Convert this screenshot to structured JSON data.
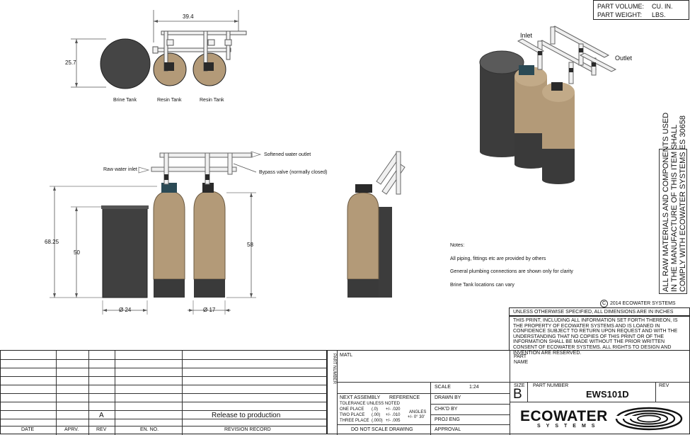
{
  "part_info": {
    "volume_label": "PART VOLUME:",
    "volume_unit": "CU. IN.",
    "weight_label": "PART WEIGHT:",
    "weight_unit": "LBS."
  },
  "top_view": {
    "width_dim": "39.4",
    "height_dim": "25.7",
    "brine_label": "Brine Tank",
    "resin_label_1": "Resin Tank",
    "resin_label_2": "Resin Tank"
  },
  "iso_view": {
    "inlet": "Inlet",
    "outlet": "Outlet"
  },
  "front_view": {
    "softened_outlet": "Softened water outlet",
    "raw_inlet": "Raw water inlet",
    "bypass": "Bypass valve (normally closed)",
    "dim_overall": "68.25",
    "dim_brine_h": "50",
    "dim_resin_h": "58",
    "dim_brine_dia": "Ø 24",
    "dim_resin_dia": "Ø 17"
  },
  "notes": {
    "title": "Notes:",
    "line1": "All piping, fittings etc are provided by others",
    "line2": "General plumbing connections are shown only for clarity",
    "line3": "Brine Tank locations can vary"
  },
  "side_note": {
    "line1": "ALL RAW MATERIALS AND COMPONENTS USED",
    "line2": "IN THE MANUFACTURE OF THIS ITEM SHALL",
    "line3": "COMPLY WITH ECOWATER SYSTEMS ES 30658"
  },
  "copyright": "2014 ECOWATER SYSTEMS",
  "copyright_symbol": "C",
  "title_block": {
    "unless_text": "UNLESS OTHERWISE SPECIFIED, ALL DIMENSIONS ARE IN INCHES",
    "property_text": "THIS PRINT, INCLUDING ALL INFORMATION SET FORTH THEREON, IS THE PROPERTY OF ECOWATER SYSTEMS AND IS LOANED IN CONFIDENCE SUBJECT TO RETURN UPON REQUEST AND WITH THE UNDERSTANDING THAT NO COPIES OF THIS PRINT OR OF THE INFORMATION SHALL BE MADE WITHOUT THE PRIOR WRITTEN CONSENT OF ECOWATER SYSTEMS. ALL RIGHTS TO DESIGN AND INVENTION ARE RESERVED.",
    "part_number_vertical": "PART NUMBER",
    "matl": "MATL",
    "part_name": "PART\nNAME",
    "scale_label": "SCALE",
    "scale_value": "1:24",
    "next_assembly": "NEXT ASSEMBLY",
    "reference": "REFERENCE",
    "tolerance": "TOLERANCE UNLESS NOTED",
    "one_place": "ONE PLACE",
    "one_place_fmt": "(.0)",
    "one_place_tol": "+/- .020",
    "two_place": "TWO PLACE",
    "two_place_fmt": "(.00)",
    "two_place_tol": "+/- .010",
    "three_place": "THREE PLACE",
    "three_place_fmt": "(.000)",
    "three_place_tol": "+/- .005",
    "angles": "ANGLES",
    "angles_tol": "+/- 0° 30'",
    "do_not_scale": "DO NOT SCALE DRAWING",
    "drawn_by": "DRAWN BY",
    "chkd_by": "CHK'D BY",
    "proj_eng": "PROJ ENG",
    "approval": "APPROVAL",
    "size_label": "SIZE",
    "size_value": "B",
    "part_number_label": "PART NUMBER",
    "part_number_value": "EWS101D",
    "rev_label": "REV",
    "brand_top": "ECOWATER",
    "brand_bottom": "SYSTEMS"
  },
  "revision_table": {
    "headers": [
      "DATE",
      "APRV.",
      "REV",
      "EN. NO.",
      "REVISION RECORD"
    ],
    "last_row": {
      "rev": "A",
      "record": "Release to production"
    }
  },
  "colors": {
    "tank_tan": "#b39a78",
    "tank_dark": "#3b3b3b",
    "brine_dark": "#424242",
    "head_teal": "#2b4a55"
  }
}
